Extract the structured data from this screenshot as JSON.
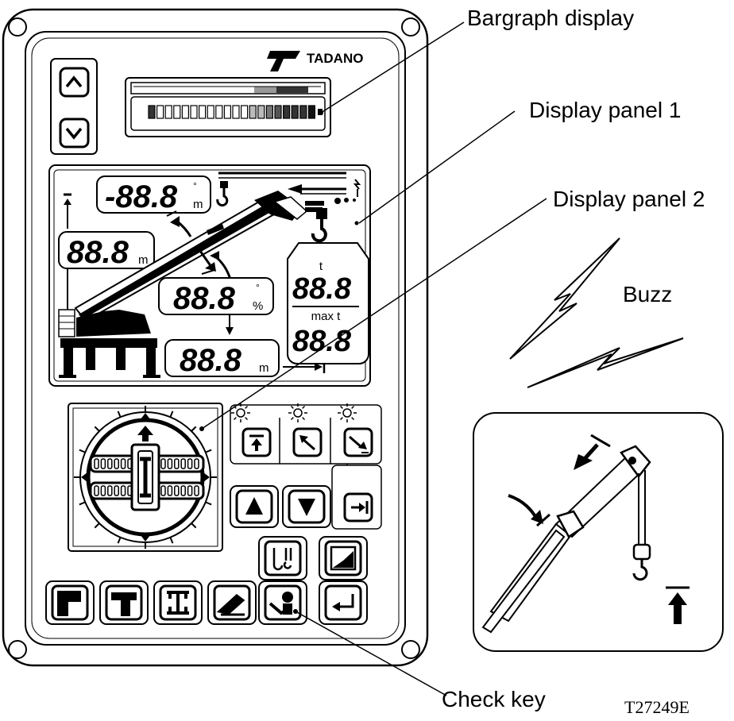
{
  "labels": {
    "bargraph": "Bargraph display",
    "display1": "Display panel 1",
    "display2": "Display panel 2",
    "buzz": "Buzz",
    "checkkey": "Check key",
    "code": "T27249E"
  },
  "brand": "TADANO",
  "readouts": {
    "angle_value": "-88.8",
    "angle_unit_top": "°",
    "angle_unit": "m",
    "height_value": "88.8",
    "height_unit": "m",
    "load_value": "88.8",
    "load_unit_top": "°",
    "load_unit": "%",
    "radius_value": "88.8",
    "radius_unit": "m",
    "actual_unit": "t",
    "actual_value": "88.8",
    "max_label": "max t",
    "max_value": "88.8"
  },
  "icons": {
    "up": "chevron-up-icon",
    "down": "chevron-down-icon",
    "height_limit": "height-limit-icon",
    "angle_up": "angle-up-limit-icon",
    "angle_down": "angle-down-limit-icon",
    "radius": "radius-limit-icon",
    "check": "check-key-icon"
  }
}
